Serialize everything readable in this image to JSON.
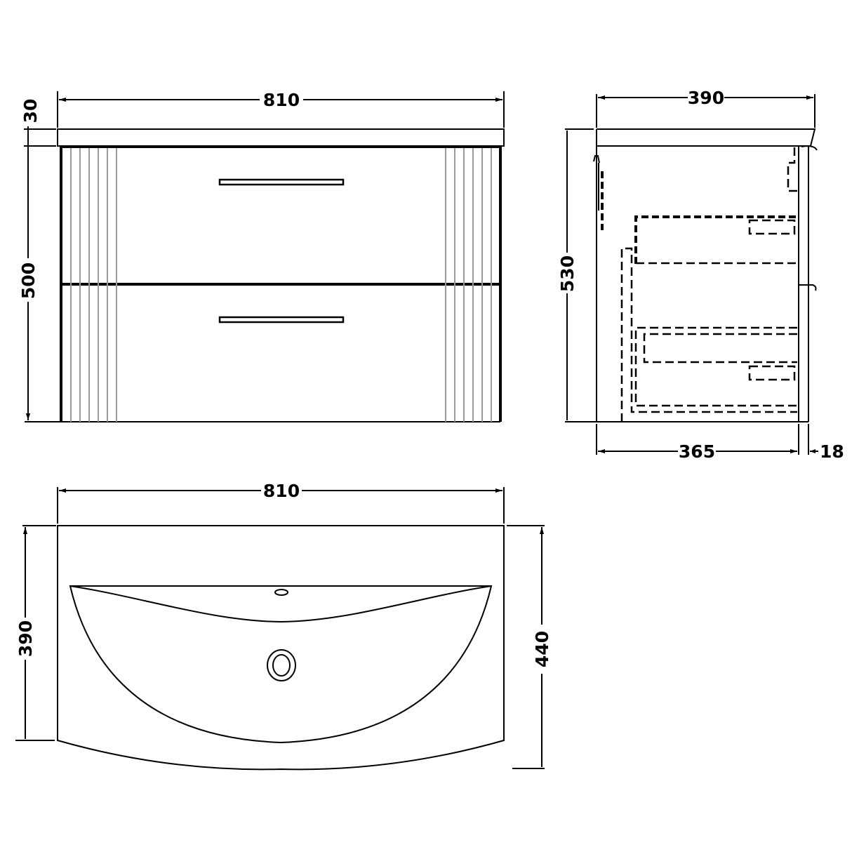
{
  "drawing": {
    "type": "technical dimension drawing",
    "subject": "wall-hung 2-drawer vanity unit with curved basin",
    "units": "mm",
    "colors": {
      "line": "#000000",
      "groove": "#9a9a9a",
      "background": "#ffffff"
    }
  },
  "front_view": {
    "width_label": "810",
    "top_thickness_label": "30",
    "cabinet_height_label": "500",
    "drawers": 2,
    "handles": 2,
    "grooves_per_side": 6
  },
  "side_view": {
    "depth_label": "390",
    "height_label": "530",
    "carcass_depth_label": "365",
    "door_thickness_label": "18"
  },
  "plan_view": {
    "width_label": "810",
    "depth_at_sides_label": "390",
    "depth_at_centre_label": "440",
    "features": [
      "tap-hole",
      "waste-outlet"
    ]
  }
}
